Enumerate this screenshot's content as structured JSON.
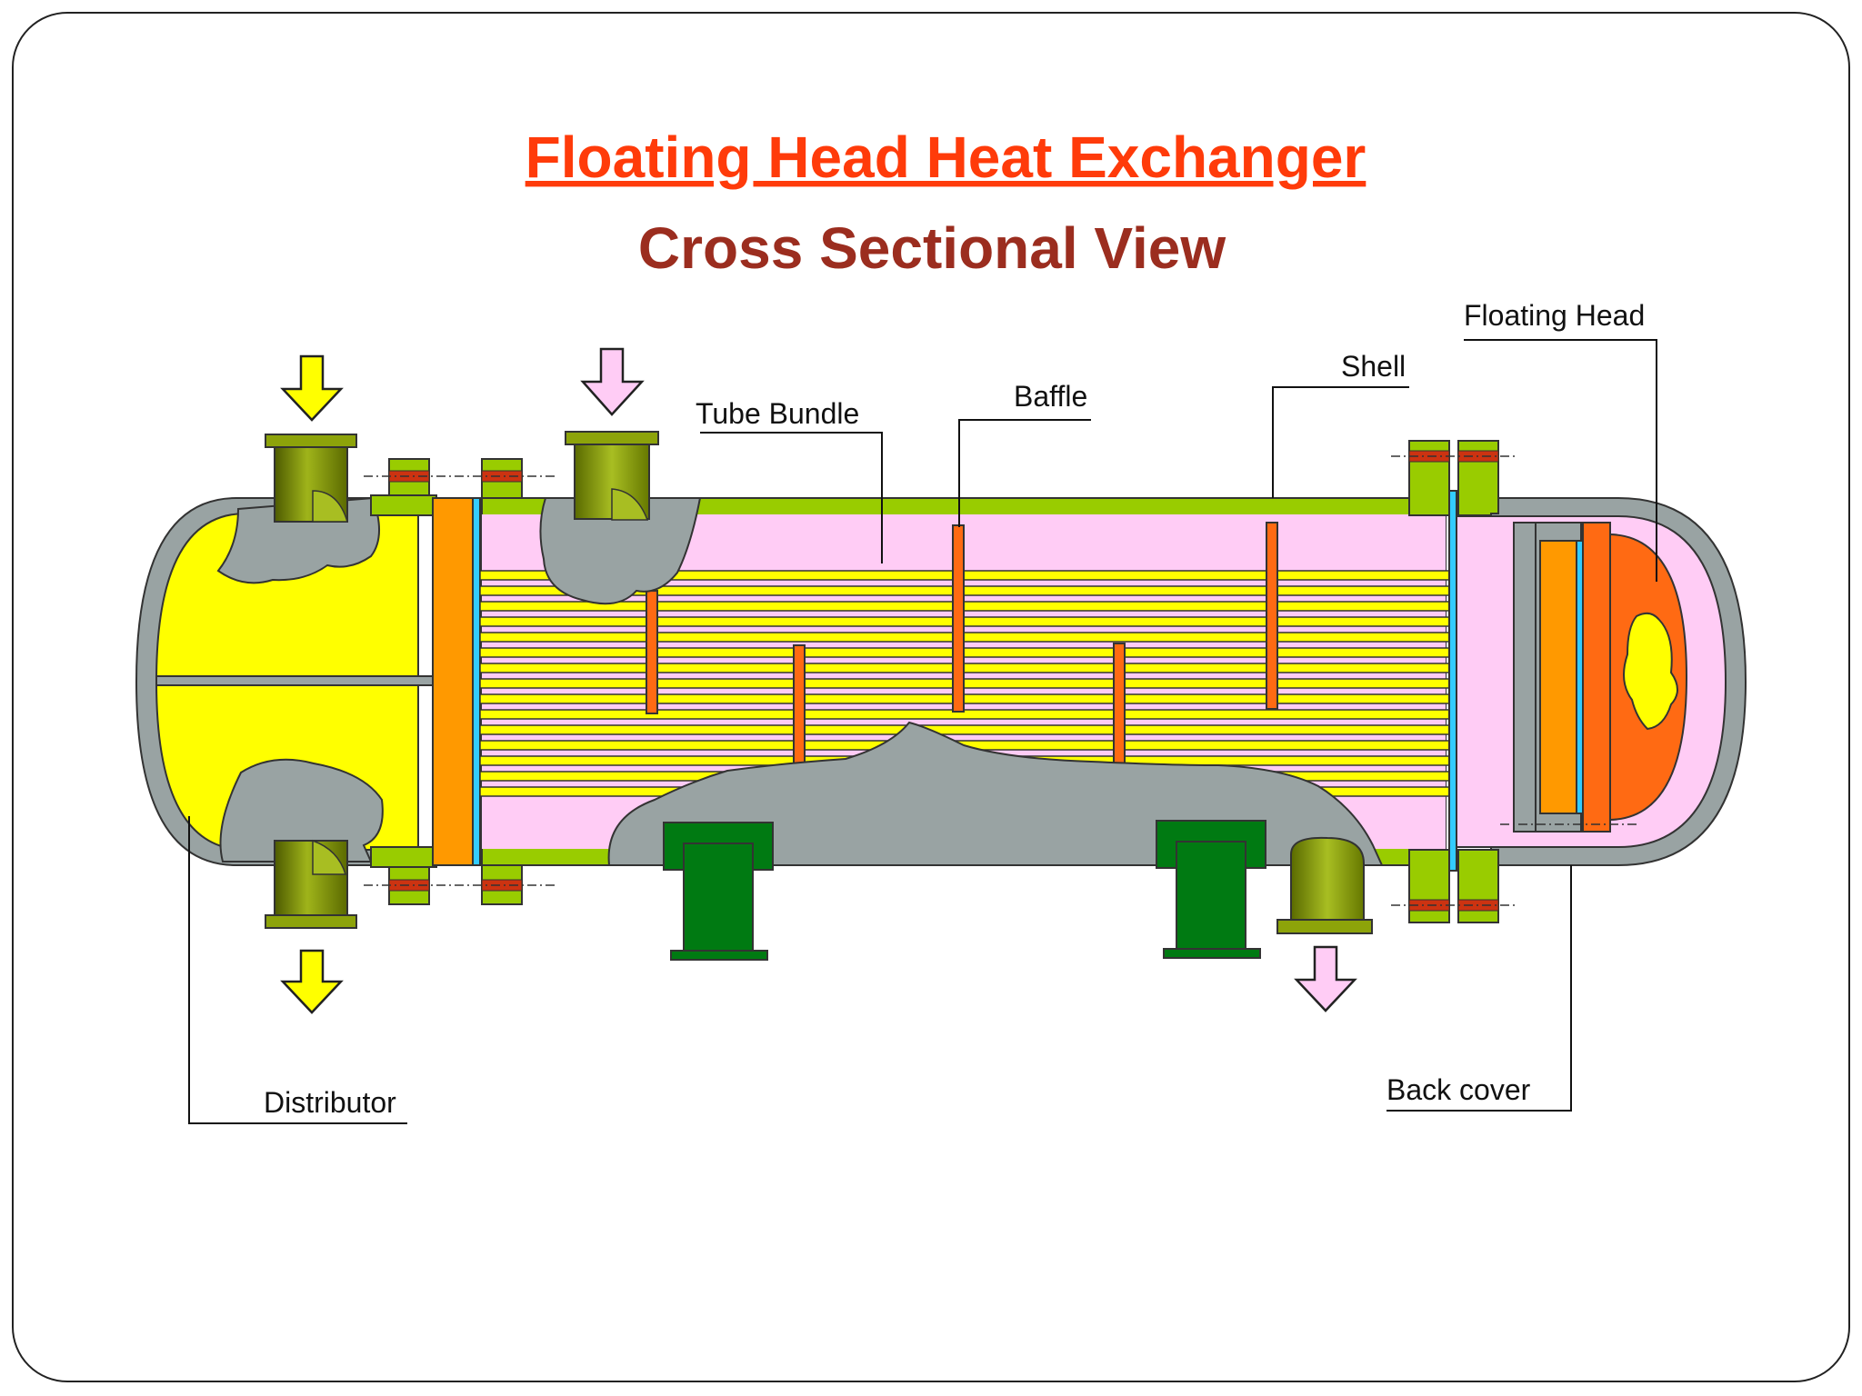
{
  "title": "Floating Head Heat Exchanger",
  "subtitle": "Cross Sectional View",
  "labels": {
    "tube_bundle": "Tube Bundle",
    "baffle": "Baffle",
    "shell": "Shell",
    "floating_head": "Floating Head",
    "distributor": "Distributor",
    "back_cover": "Back cover"
  },
  "colors": {
    "title": "#ff3b0a",
    "subtitle": "#9b2d1f",
    "tube_side_fluid": "#ffff00",
    "shell_side_fluid": "#ffccf5",
    "nozzle": "#8da30a",
    "flange": "#99cc00",
    "cutaway": "#99a3a3",
    "baffle": "#ff6a13",
    "tubesheet": "#ff9900",
    "gasket": "#33ccff",
    "support": "#007a12"
  }
}
